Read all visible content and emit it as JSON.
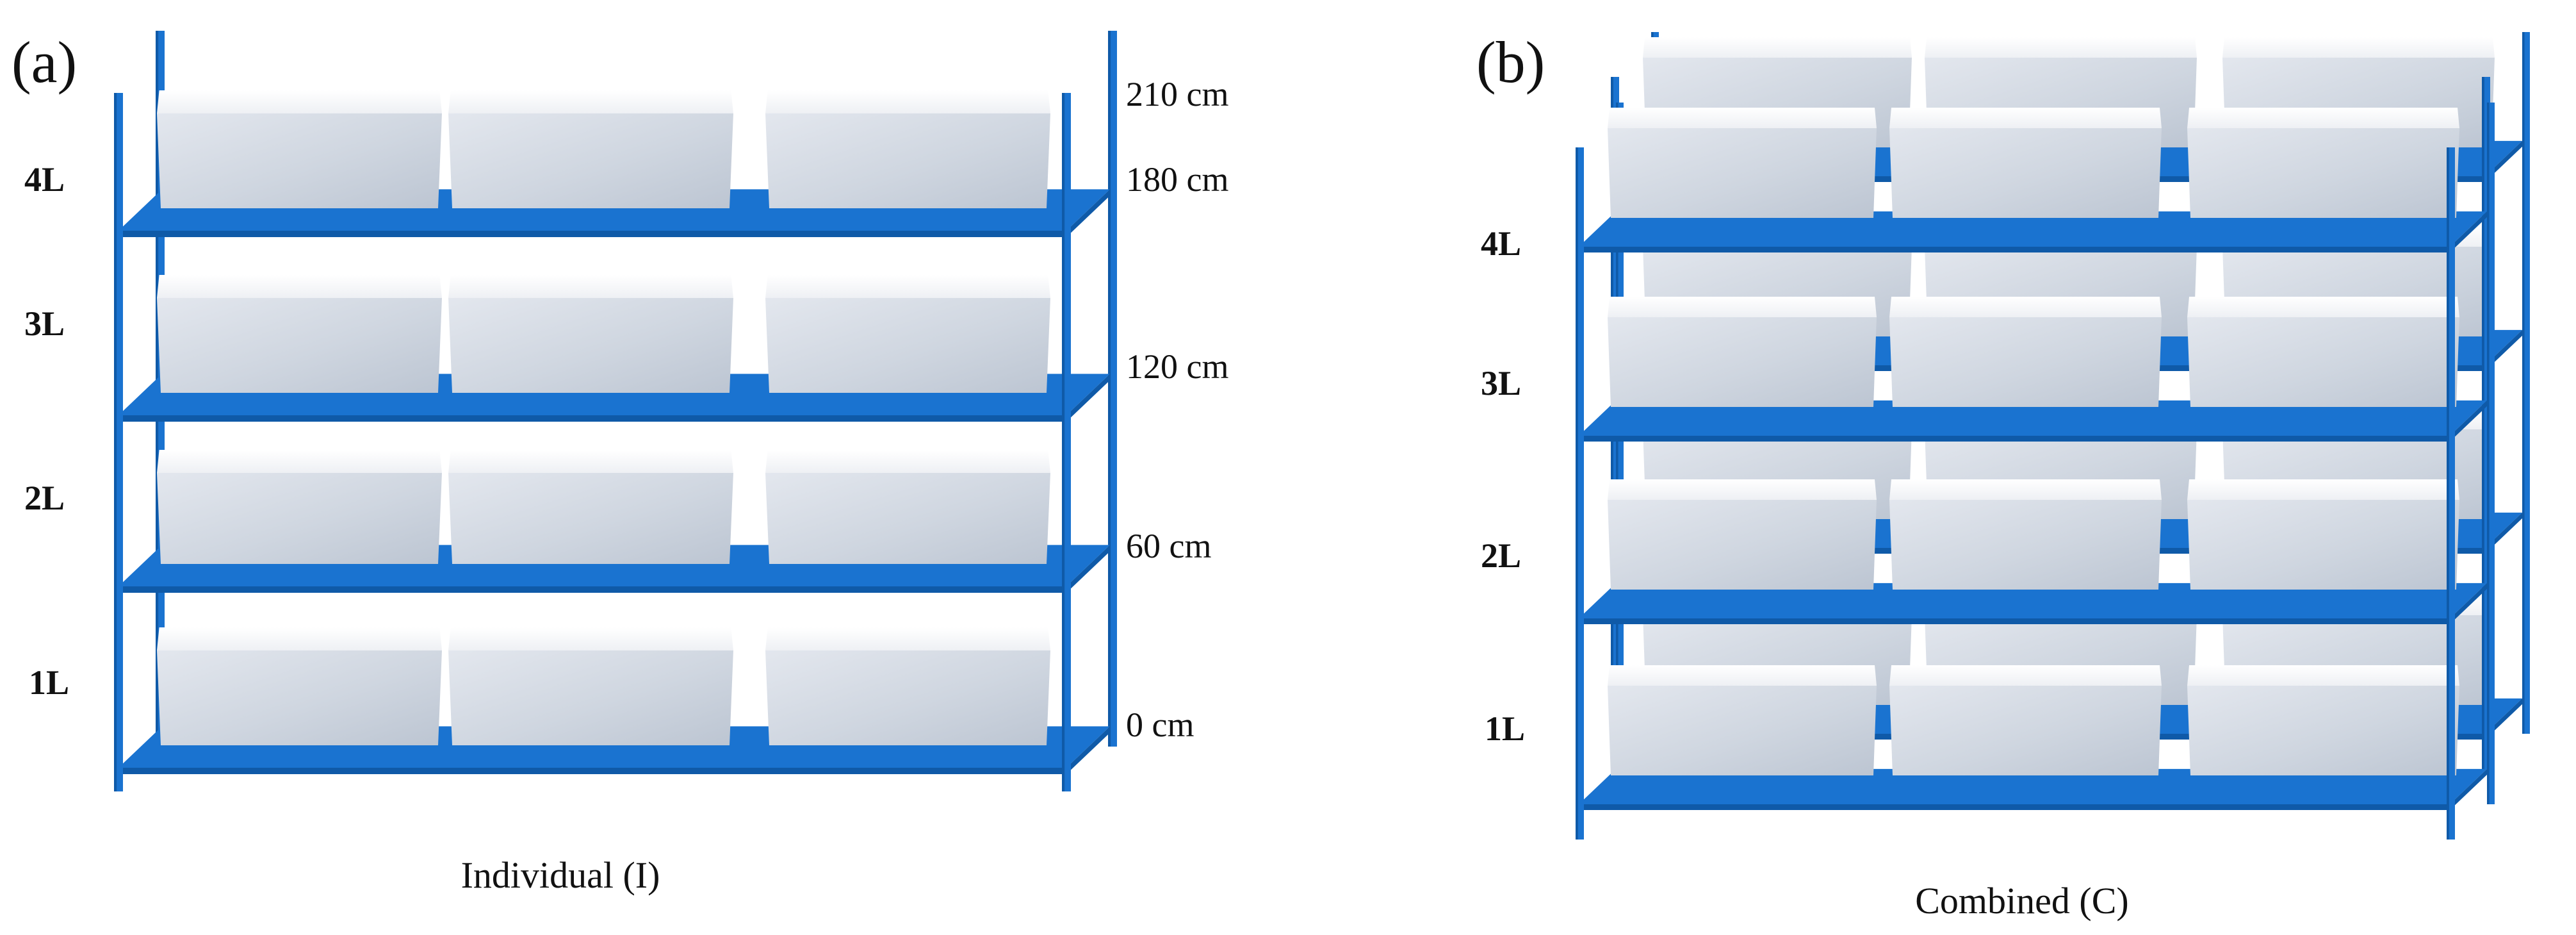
{
  "panels": [
    {
      "label": "(a)",
      "caption": "Individual (I)",
      "levels": [
        "4L",
        "3L",
        "2L",
        "1L"
      ],
      "heights": [
        "210 cm",
        "180 cm",
        "120 cm",
        "60 cm",
        "0 cm"
      ],
      "shelf_count": 4,
      "boxes_per_shelf": 3
    },
    {
      "label": "(b)",
      "caption": "Combined (C)",
      "levels": [
        "4L",
        "3L",
        "2L",
        "1L"
      ],
      "shelf_count": 4,
      "boxes_per_shelf": 3,
      "rack_rows": 2
    }
  ],
  "colors": {
    "rack": "#1a73d0",
    "rack_edge": "#0f5aa8",
    "box_front": "#cfd6e0",
    "box_top": "#f4f5f8"
  }
}
